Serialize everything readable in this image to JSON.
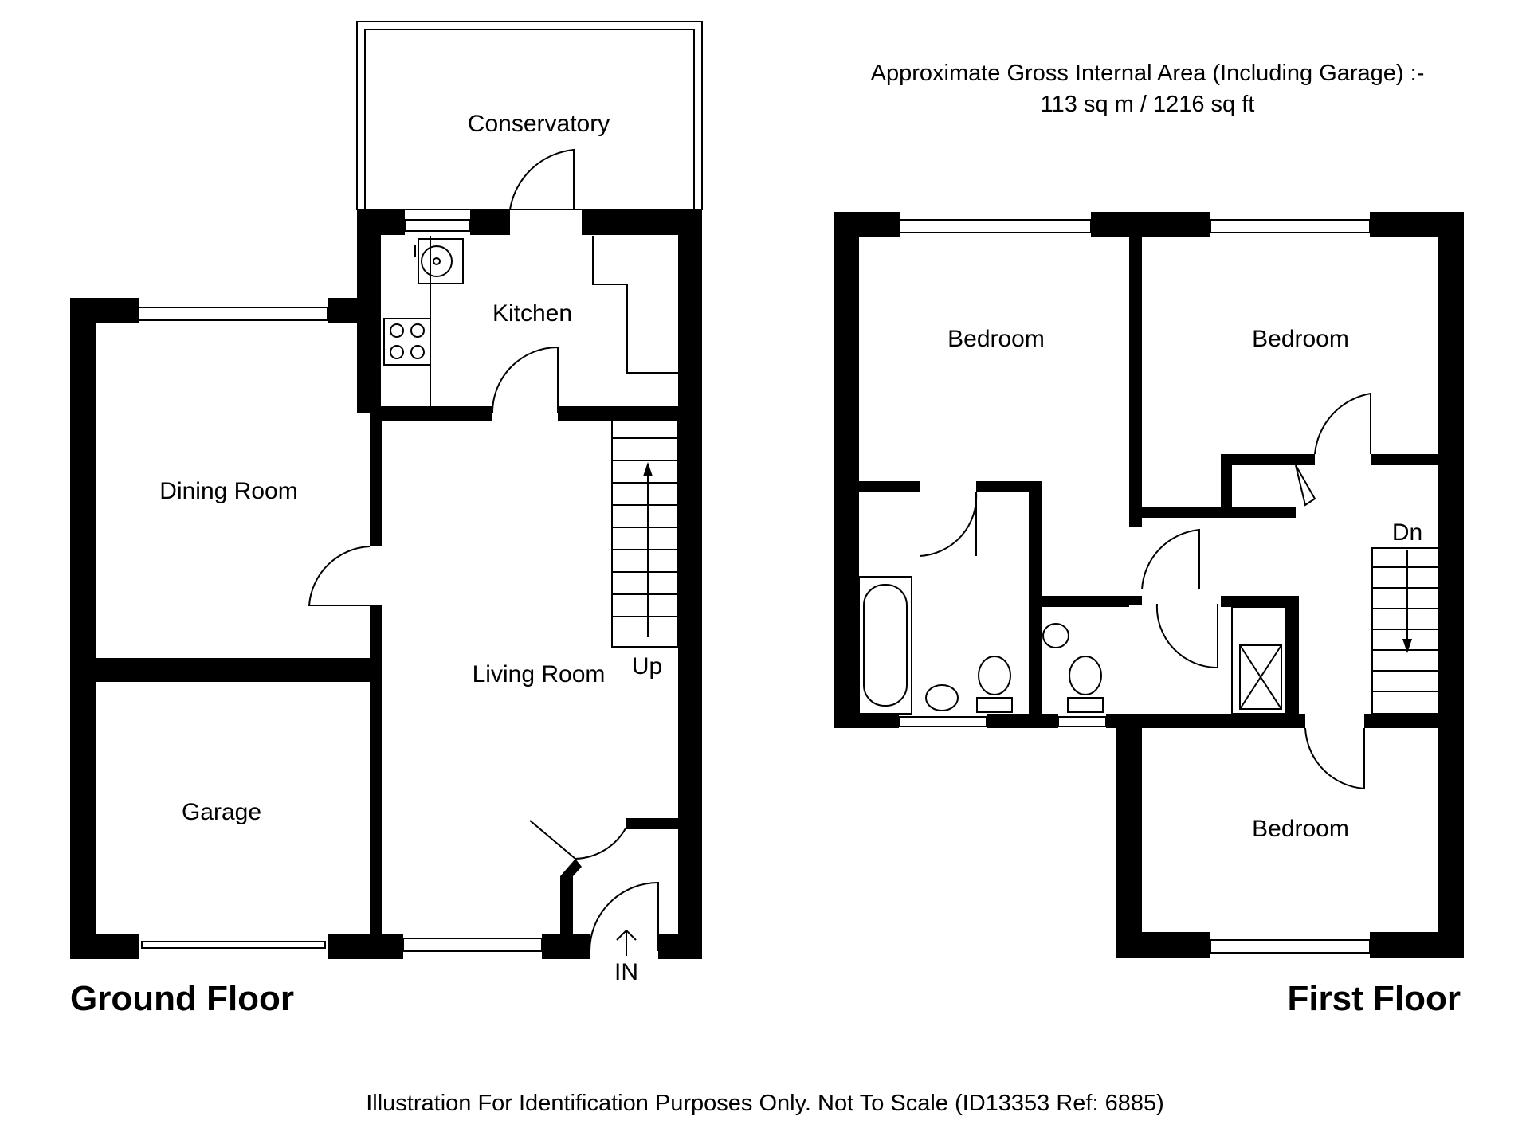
{
  "header": {
    "area_line1": "Approximate Gross Internal Area (Including Garage) :-",
    "area_line2": "113 sq m / 1216 sq ft"
  },
  "ground_floor": {
    "title": "Ground Floor",
    "rooms": {
      "conservatory": "Conservatory",
      "kitchen": "Kitchen",
      "dining_room": "Dining Room",
      "living_room": "Living Room",
      "garage": "Garage"
    },
    "stairs_label": "Up",
    "entrance_label": "IN"
  },
  "first_floor": {
    "title": "First Floor",
    "rooms": {
      "bedroom_1": "Bedroom",
      "bedroom_2": "Bedroom",
      "bedroom_3": "Bedroom"
    },
    "stairs_label": "Dn"
  },
  "footer": {
    "disclaimer": "Illustration For Identification Purposes Only. Not To Scale (ID13353 Ref: 6885)"
  }
}
